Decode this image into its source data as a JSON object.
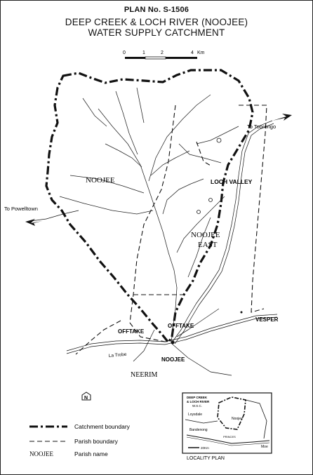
{
  "header": {
    "plan_no": "PLAN No. S-1506",
    "title_line1": "DEEP CREEK & LOCH RIVER (NOOJEE)",
    "title_line2": "WATER SUPPLY CATCHMENT"
  },
  "scale": {
    "ticks": [
      "0",
      "1",
      "2",
      "4"
    ],
    "unit": "Km"
  },
  "places": {
    "noojee": "NOOJEE",
    "loch_valley": "LOCH VALLEY",
    "noojee_east_1": "NOOJEE",
    "noojee_east_2": "EAST",
    "vesper": "VESPER",
    "offtake_1": "OFFTAKE",
    "offtake_2": "OFFTAKE",
    "noojee_town": "NOOJEE",
    "neerim": "NEERIM",
    "to_toorongo": "To Toorongo",
    "to_powelltown": "To Powelltown",
    "la_trobe": "La Trobe"
  },
  "legend": {
    "catchment": "Catchment boundary",
    "parish": "Parish boundary",
    "parish_name_sample": "NOOJEE",
    "parish_name": "Parish name"
  },
  "inset": {
    "title1": "DEEP CREEK",
    "title2": "& LOCH RIVER",
    "title3": "W.S.C.",
    "place1": "Loysdale",
    "place2": "Noojee",
    "place3": "Bandenong",
    "place4": "Moe",
    "scale": "20Km",
    "princes": "PRINCES",
    "caption": "LOCALITY PLAN"
  },
  "compass": {
    "letter": "N"
  },
  "colors": {
    "ink": "#111111",
    "paper": "#ffffff"
  }
}
